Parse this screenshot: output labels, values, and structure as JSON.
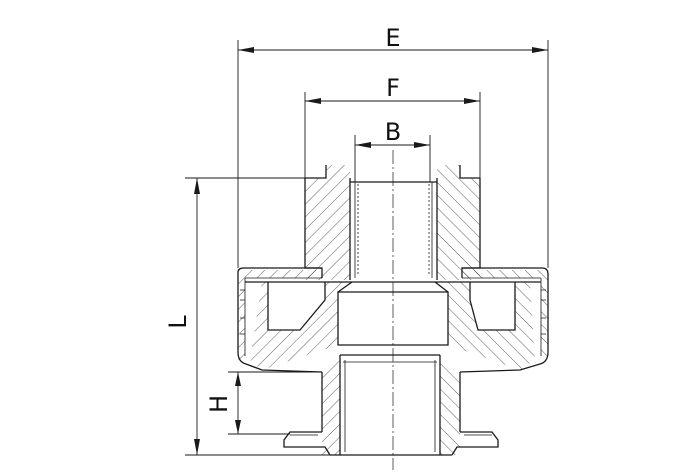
{
  "labels": {
    "E": "E",
    "F": "F",
    "B": "B",
    "L": "L",
    "H": "H"
  }
}
